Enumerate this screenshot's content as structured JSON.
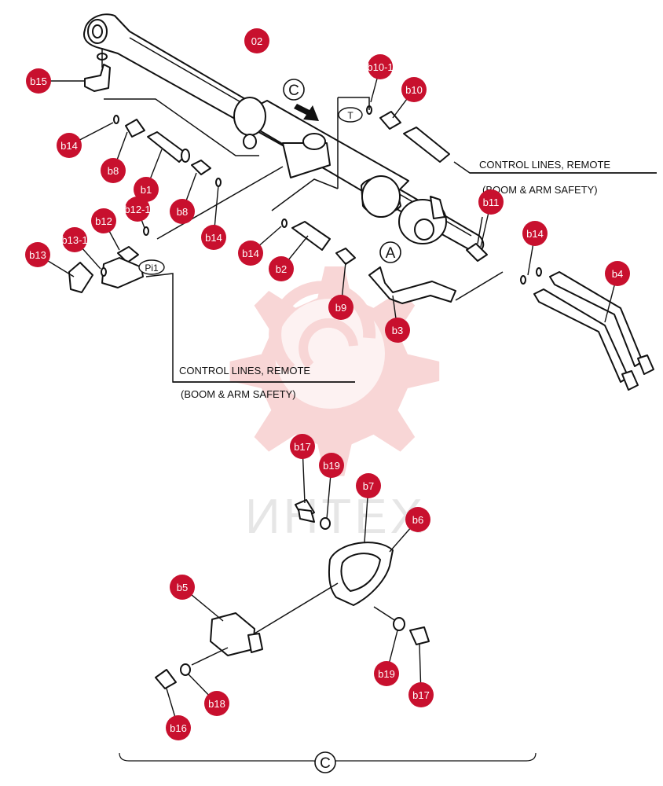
{
  "badge_color": "#c8102e",
  "watermark": {
    "text": "ИНТЕХ",
    "color": "#f3b5b5",
    "icon": "gear-logo-icon"
  },
  "callouts": {
    "b15": "b15",
    "p02": "02",
    "b10_1": "b10-1",
    "b10": "b10",
    "b14_a": "b14",
    "b8_a": "b8",
    "b1": "b1",
    "b8_b": "b8",
    "b12": "b12",
    "b12_1": "b12-1",
    "b14_b": "b14",
    "b13_1": "b13-1",
    "b13": "b13",
    "b14_c": "b14",
    "b2": "b2",
    "b9": "b9",
    "b3": "b3",
    "b11": "b11",
    "b14_d": "b14",
    "b4": "b4",
    "b17_a": "b17",
    "b19_a": "b19",
    "b7": "b7",
    "b6": "b6",
    "b5": "b5",
    "b19_b": "b19",
    "b17_b": "b17",
    "b18": "b18",
    "b16": "b16"
  },
  "view_markers": {
    "C_top": "C",
    "A": "A",
    "T": "T",
    "Pi1": "Pi1",
    "C_bottom": "C"
  },
  "notes": {
    "upper_right_1": "CONTROL LINES, REMOTE",
    "upper_right_2": "(BOOM & ARM SAFETY)",
    "lower_left_1": "CONTROL LINES, REMOTE",
    "lower_left_2": "(BOOM & ARM SAFETY)"
  }
}
